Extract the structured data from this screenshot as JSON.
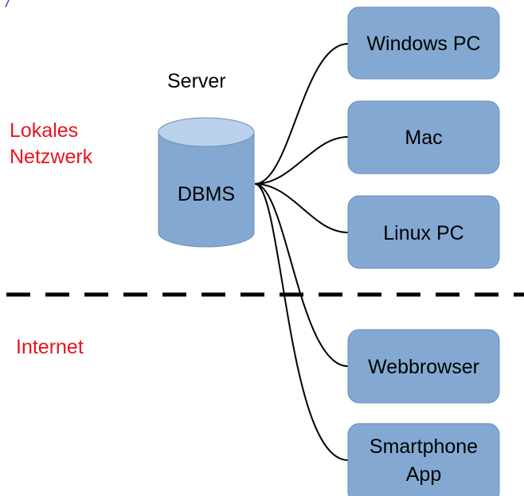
{
  "zones": {
    "local_network_line1": "Lokales",
    "local_network_line2": "Netzwerk",
    "internet": "Internet"
  },
  "server": {
    "title": "Server",
    "database_label": "DBMS"
  },
  "clients": {
    "windows_pc": "Windows PC",
    "mac": "Mac",
    "linux_pc": "Linux PC",
    "webbrowser": "Webbrowser",
    "smartphone_line1": "Smartphone",
    "smartphone_line2": "App"
  },
  "colors": {
    "node_fill": "#83a9d2",
    "cylinder_top": "#b9d1ea",
    "zone_label": "#e8141c",
    "boundary_line": "#000000"
  }
}
